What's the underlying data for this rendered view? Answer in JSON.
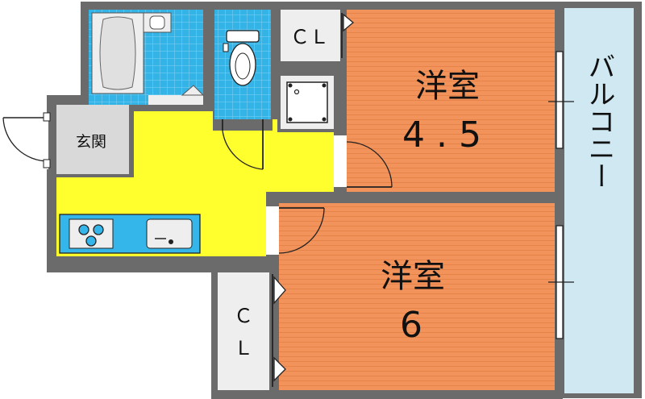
{
  "rooms": {
    "bedroom_small": {
      "label": "洋室",
      "size": "4.5"
    },
    "bedroom_large": {
      "label": "洋室",
      "size": "6"
    },
    "entrance": {
      "label": "玄関"
    },
    "closet_top": {
      "label": "ＣＬ"
    },
    "closet_left": {
      "line1": "Ｃ",
      "line2": "Ｌ"
    },
    "balcony": {
      "label": "バルコニー"
    }
  },
  "colors": {
    "wall": "#6b6b6b",
    "bedroom": "#f2935b",
    "bedroom_stripe": "#e07c45",
    "hall": "#ffff2e",
    "tile": "#34b3e6",
    "tile_line": "#8ad4f2",
    "kitchen": "#35b6ea",
    "balcony": "#cfe8f2",
    "closet": "#eeeeee",
    "entrance": "#d9d9d9"
  }
}
